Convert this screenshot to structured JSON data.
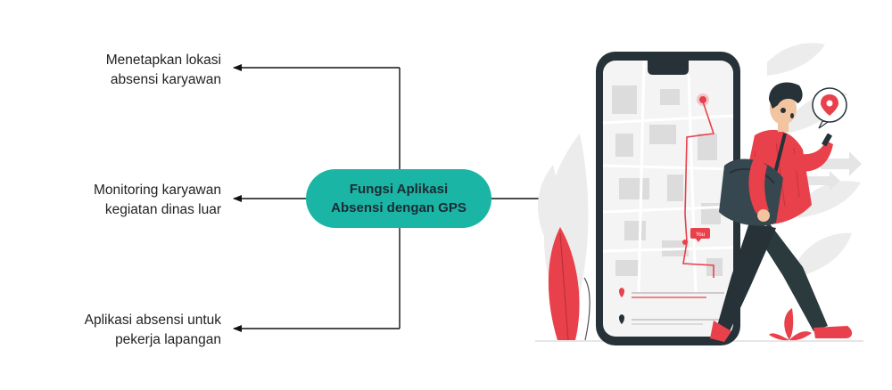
{
  "center_node": {
    "line1": "Fungsi Aplikasi",
    "line2": "Absensi dengan GPS",
    "color": "#1bb5a5"
  },
  "branches": [
    {
      "line1": "Menetapkan lokasi",
      "line2": "absensi karyawan"
    },
    {
      "line1": "Monitoring karyawan",
      "line2": "kegiatan dinas luar"
    },
    {
      "line1": "Aplikasi absensi untuk",
      "line2": "pekerja lapangan"
    }
  ],
  "illustration": {
    "bubble_text": "You",
    "accent_color": "#e9414b",
    "phone_color": "#263238"
  }
}
